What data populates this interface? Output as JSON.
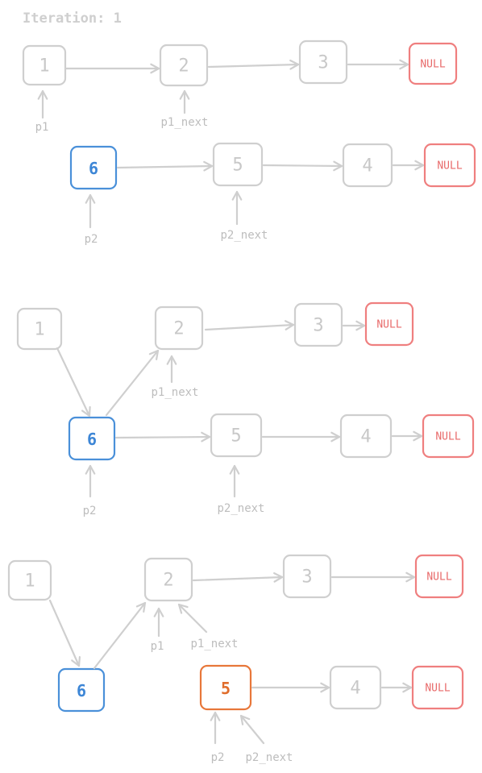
{
  "title": "Iteration: 1",
  "colors": {
    "node_stroke": "#cfcfcf",
    "node_text": "#c8c8c8",
    "highlight_blue": "#4a90d9",
    "highlight_orange": "#e8773a",
    "null_red": "#ef7f7f",
    "arrow": "#cfcfcf",
    "label": "#bdbdbd"
  },
  "panels": [
    {
      "nodes": [
        {
          "id": "p0_n1",
          "label": "1",
          "style": "gray"
        },
        {
          "id": "p0_n2",
          "label": "2",
          "style": "gray"
        },
        {
          "id": "p0_n3",
          "label": "3",
          "style": "gray"
        },
        {
          "id": "p0_null1",
          "label": "NULL",
          "style": "null"
        },
        {
          "id": "p0_n6",
          "label": "6",
          "style": "blue"
        },
        {
          "id": "p0_n5",
          "label": "5",
          "style": "gray"
        },
        {
          "id": "p0_n4",
          "label": "4",
          "style": "gray"
        },
        {
          "id": "p0_null2",
          "label": "NULL",
          "style": "null"
        }
      ],
      "pointers": [
        {
          "id": "p0_ptr1",
          "label": "p1"
        },
        {
          "id": "p0_ptr2",
          "label": "p1_next"
        },
        {
          "id": "p0_ptr3",
          "label": "p2"
        },
        {
          "id": "p0_ptr4",
          "label": "p2_next"
        }
      ]
    },
    {
      "nodes": [
        {
          "id": "p1_n1",
          "label": "1",
          "style": "gray"
        },
        {
          "id": "p1_n2",
          "label": "2",
          "style": "gray"
        },
        {
          "id": "p1_n3",
          "label": "3",
          "style": "gray"
        },
        {
          "id": "p1_null1",
          "label": "NULL",
          "style": "null"
        },
        {
          "id": "p1_n6",
          "label": "6",
          "style": "blue"
        },
        {
          "id": "p1_n5",
          "label": "5",
          "style": "gray"
        },
        {
          "id": "p1_n4",
          "label": "4",
          "style": "gray"
        },
        {
          "id": "p1_null2",
          "label": "NULL",
          "style": "null"
        }
      ],
      "pointers": [
        {
          "id": "p1_ptr1",
          "label": "p1_next"
        },
        {
          "id": "p1_ptr2",
          "label": "p2"
        },
        {
          "id": "p1_ptr3",
          "label": "p2_next"
        }
      ]
    },
    {
      "nodes": [
        {
          "id": "p2_n1",
          "label": "1",
          "style": "gray"
        },
        {
          "id": "p2_n2",
          "label": "2",
          "style": "gray"
        },
        {
          "id": "p2_n3",
          "label": "3",
          "style": "gray"
        },
        {
          "id": "p2_null1",
          "label": "NULL",
          "style": "null"
        },
        {
          "id": "p2_n6",
          "label": "6",
          "style": "blue"
        },
        {
          "id": "p2_n5",
          "label": "5",
          "style": "orange"
        },
        {
          "id": "p2_n4",
          "label": "4",
          "style": "gray"
        },
        {
          "id": "p2_null2",
          "label": "NULL",
          "style": "null"
        }
      ],
      "pointers": [
        {
          "id": "p2_ptr1",
          "label": "p1"
        },
        {
          "id": "p2_ptr2",
          "label": "p1_next"
        },
        {
          "id": "p2_ptr3",
          "label": "p2"
        },
        {
          "id": "p2_ptr4",
          "label": "p2_next"
        }
      ]
    }
  ]
}
